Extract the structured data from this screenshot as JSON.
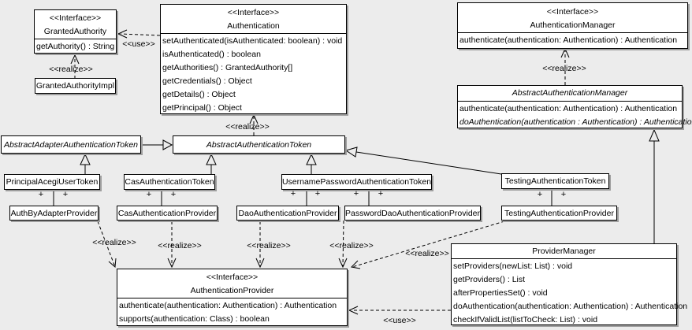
{
  "labels": {
    "realize": "<<realize>>",
    "use": "<<use>>",
    "plus": "+"
  },
  "colors": {
    "background": "#ececec",
    "box_fill": "#ffffff",
    "border": "#000000",
    "shadow": "#9e9e9e",
    "line": "#000000"
  },
  "classes": {
    "granted_authority": {
      "stereotype": "<<Interface>>",
      "name": "GrantedAuthority",
      "methods": [
        "getAuthority() : String"
      ]
    },
    "granted_authority_impl": {
      "name": "GrantedAuthorityImpl"
    },
    "authentication": {
      "stereotype": "<<Interface>>",
      "name": "Authentication",
      "methods": [
        "setAuthenticated(isAuthenticated: boolean) : void",
        "isAuthenticated() : boolean",
        "getAuthorities() : GrantedAuthority[]",
        "getCredentials() : Object",
        "getDetails() : Object",
        "getPrincipal() : Object"
      ]
    },
    "authentication_manager": {
      "stereotype": "<<Interface>>",
      "name": "AuthenticationManager",
      "methods": [
        "authenticate(authentication: Authentication) : Authentication"
      ]
    },
    "abstract_authentication_manager": {
      "name": "AbstractAuthenticationManager",
      "methods": [
        "authenticate(authentication: Authentication) : Authentication",
        "doAuthentication(authentication : Authentication) : Authentication"
      ]
    },
    "abstract_adapter_authentication_token": {
      "name": "AbstractAdapterAuthenticationToken"
    },
    "abstract_authentication_token": {
      "name": "AbstractAuthenticationToken"
    },
    "principal_acegi_user_token": {
      "name": "PrincipalAcegiUserToken"
    },
    "cas_authentication_token": {
      "name": "CasAuthenticationToken"
    },
    "username_password_authentication_token": {
      "name": "UsernamePasswordAuthenticationToken"
    },
    "testing_authentication_token": {
      "name": "TestingAuthenticationToken"
    },
    "auth_by_adapter_provider": {
      "name": "AuthByAdapterProvider"
    },
    "cas_authentication_provider": {
      "name": "CasAuthenticationProvider"
    },
    "dao_authentication_provider": {
      "name": "DaoAuthenticationProvider"
    },
    "password_dao_authentication_provider": {
      "name": "PasswordDaoAuthenticationProvider"
    },
    "testing_authentication_provider": {
      "name": "TestingAuthenticationProvider"
    },
    "authentication_provider": {
      "stereotype": "<<Interface>>",
      "name": "AuthenticationProvider",
      "methods": [
        "authenticate(authentication: Authentication) : Authentication",
        "supports(authentication: Class) : boolean"
      ]
    },
    "provider_manager": {
      "name": "ProviderManager",
      "methods": [
        "setProviders(newList: List) : void",
        "getProviders() : List",
        "afterPropertiesSet() : void",
        "doAuthentication(authentication: Authentication) : Authentication",
        "checkIfValidList(listToCheck: List) : void"
      ]
    }
  }
}
